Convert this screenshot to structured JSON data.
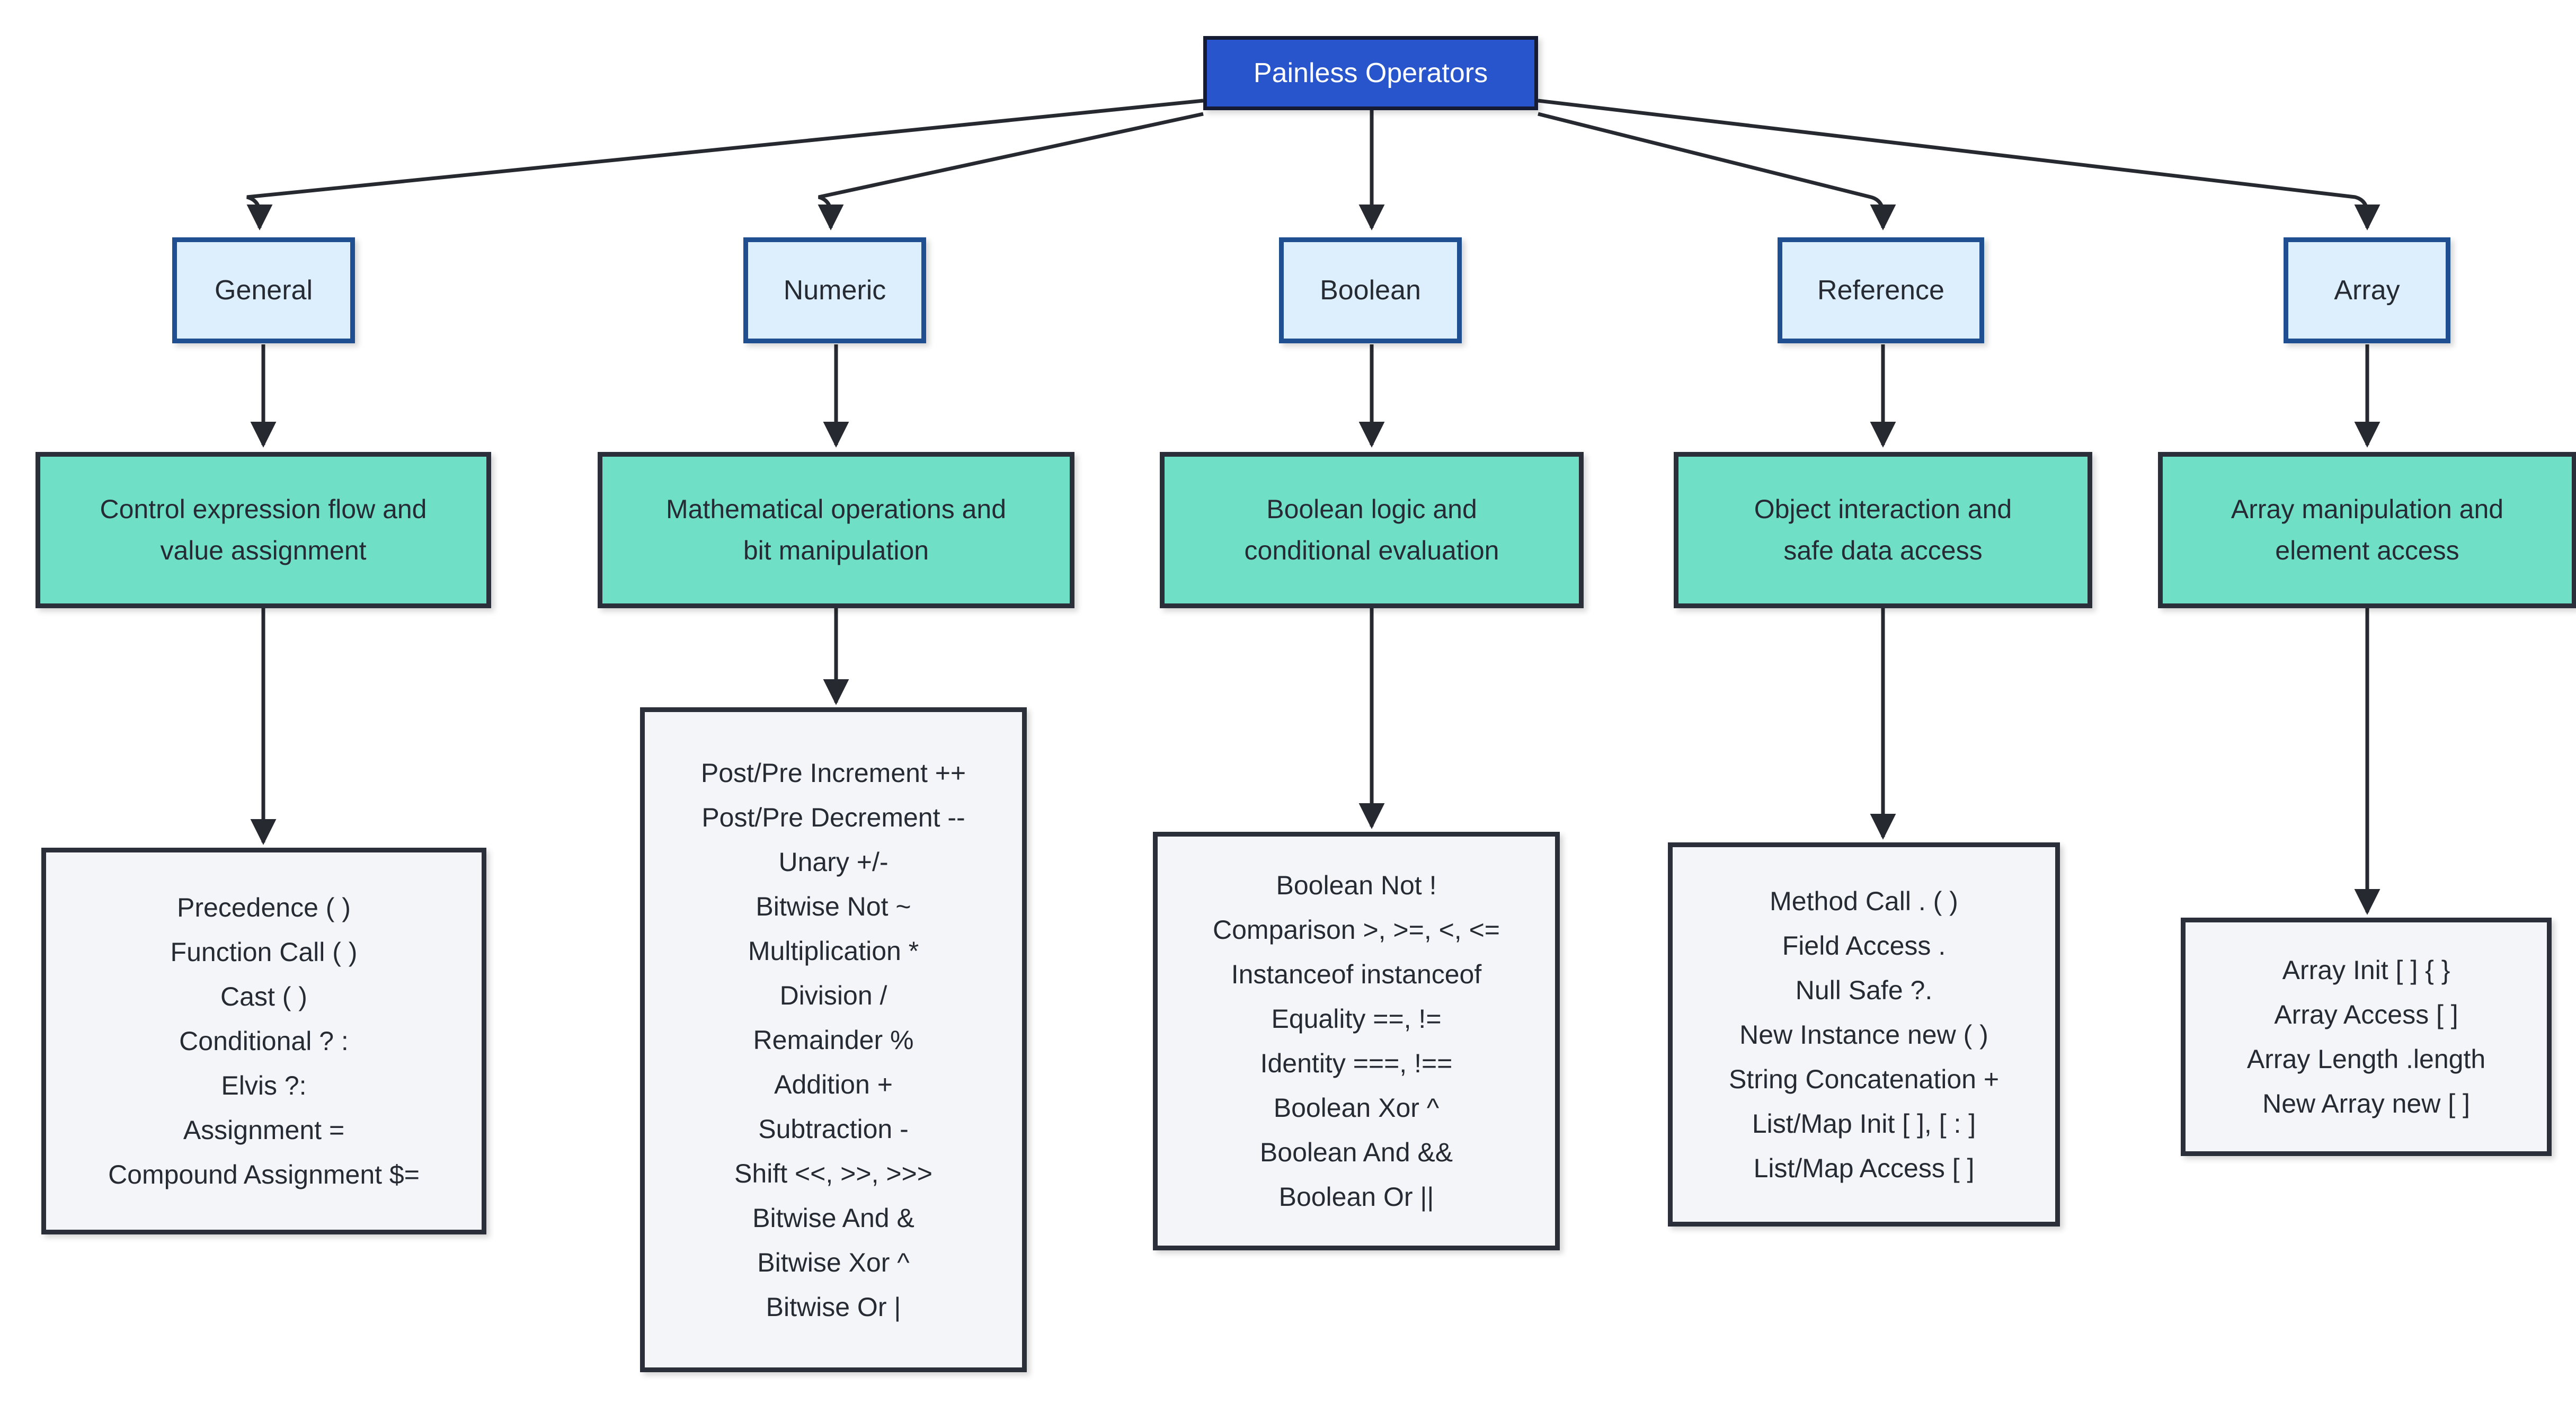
{
  "diagram": {
    "title": "Painless Operators",
    "root": {
      "label": "Painless Operators"
    },
    "colors": {
      "root_fill": "#2855cc",
      "root_text": "#ffffff",
      "category_fill": "#ddeffc",
      "category_border": "#1f4f91",
      "description_fill": "#6fe0c6",
      "operators_fill": "#f3f5f9",
      "node_border": "#2b2f3a",
      "edge": "#26292f",
      "text": "#262b33",
      "background": "#ffffff"
    },
    "branches": [
      {
        "category": "General",
        "description_line1": "Control expression flow and",
        "description_line2": "value assignment",
        "operators": [
          "Precedence ( )",
          "Function Call ( )",
          "Cast ( )",
          "Conditional ? :",
          "Elvis ?:",
          "Assignment =",
          "Compound Assignment $="
        ]
      },
      {
        "category": "Numeric",
        "description_line1": "Mathematical operations and",
        "description_line2": "bit manipulation",
        "operators": [
          "Post/Pre Increment ++",
          "Post/Pre Decrement --",
          "Unary +/-",
          "Bitwise Not ~",
          "Multiplication *",
          "Division /",
          "Remainder %",
          "Addition +",
          "Subtraction -",
          "Shift <<, >>, >>>",
          "Bitwise And &",
          "Bitwise Xor ^",
          "Bitwise Or |"
        ]
      },
      {
        "category": "Boolean",
        "description_line1": "Boolean logic and",
        "description_line2": "conditional evaluation",
        "operators": [
          "Boolean Not !",
          "Comparison >, >=, <, <=",
          "Instanceof instanceof",
          "Equality ==, !=",
          "Identity ===, !==",
          "Boolean Xor ^",
          "Boolean And &&",
          "Boolean Or ||"
        ]
      },
      {
        "category": "Reference",
        "description_line1": "Object interaction and",
        "description_line2": "safe data access",
        "operators": [
          "Method Call . ( )",
          "Field Access .",
          "Null Safe ?.",
          "New Instance new ( )",
          "String Concatenation +",
          "List/Map Init [ ], [ : ]",
          "List/Map Access [ ]"
        ]
      },
      {
        "category": "Array",
        "description_line1": "Array manipulation and",
        "description_line2": "element access",
        "operators": [
          "Array Init [ ] { }",
          "Array Access [ ]",
          "Array Length .length",
          "New Array new [ ]"
        ]
      }
    ]
  }
}
